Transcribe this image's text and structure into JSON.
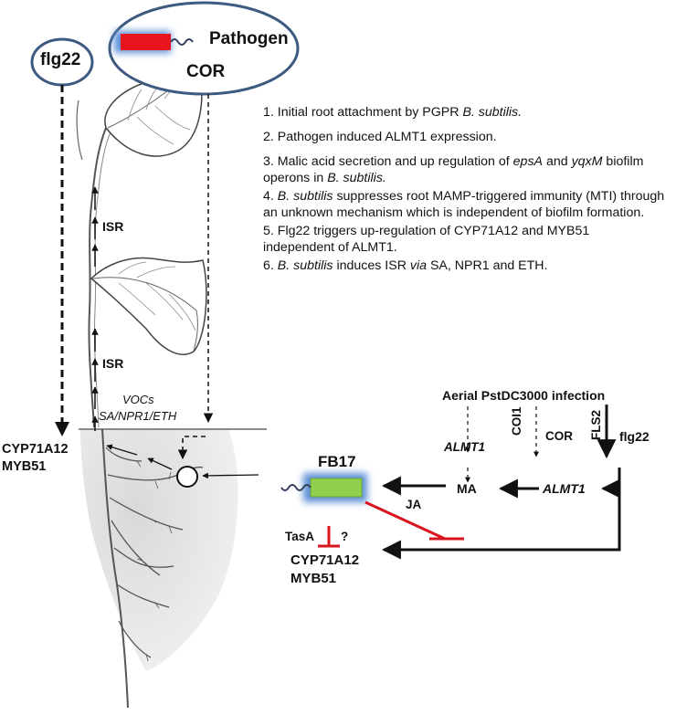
{
  "labels": {
    "flg22_oval": "flg22",
    "pathogen": "Pathogen",
    "cor_oval": "COR",
    "isr_upper": "ISR",
    "isr_lower": "ISR",
    "vocs": "VOCs",
    "sa_npr1_eth": "SA/NPR1/ETH",
    "cyp_left": "CYP71A12",
    "myb_left": "MYB51",
    "fb17": "FB17",
    "aerial": "Aerial PstDC3000 infection",
    "almt1_upper": "ALMT1",
    "coi1": "COI1",
    "cor_mid": "COR",
    "fls2": "FLS2",
    "flg22_mid": "flg22",
    "ma": "MA",
    "almt1_lower": "ALMT1",
    "ja": "JA",
    "tasa": "TasA",
    "question": "?",
    "cyp_bottom": "CYP71A12",
    "myb_bottom": "MYB51"
  },
  "steps": {
    "s1_a": "1.   Initial root attachment by PGPR ",
    "s1_b": "B. subtilis.",
    "s2": "2.  Pathogen induced ALMT1 expression.",
    "s3_a": "3. Malic acid secretion and up regulation of ",
    "s3_b": "epsA",
    "s3_c": " and ",
    "s3_d": "yqxM",
    "s3_e": " biofilm operons in ",
    "s3_f": "B. subtilis.",
    "s4_a": "4. ",
    "s4_b": "B. subtilis",
    "s4_c": " suppresses root MAMP-triggered immunity (MTI) through an unknown mechanism which is independent of biofilm formation.",
    "s5": "5. Flg22 triggers up-regulation of CYP71A12 and MYB51 independent of ALMT1.",
    "s6_a": "6. ",
    "s6_b": "B. subtilis",
    "s6_c": " induces ISR ",
    "s6_d": "via",
    "s6_e": " SA, NPR1 and ETH."
  },
  "colors": {
    "oval_border": "#3d5a80",
    "pathogen_rect": "#e8141e",
    "bacterium_rect": "#8fd14f",
    "glow": "#5b8fd6",
    "inhibition": "#d9141e",
    "soil": "#e6e6e6"
  }
}
